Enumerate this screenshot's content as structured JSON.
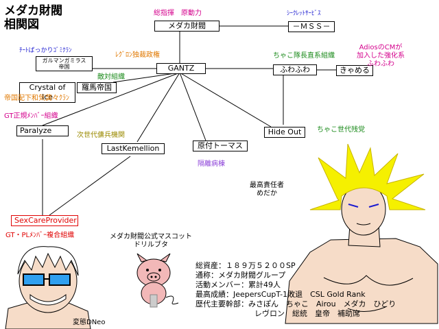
{
  "title": {
    "line1": "メダカ財閥",
    "line2": "相関図"
  },
  "nodes": {
    "medaka": "メダカ財閥",
    "mss": "－ＭＳＳ－",
    "gantz": "GANTZ",
    "galman": "ガルマンガミラス\n帝国",
    "crystal": "Crystal of Ice",
    "roma": "羅馬帝国",
    "fuwafuwa": "ふわふわ",
    "kyameru": "きゃめる",
    "paralyze": "Paralyze",
    "lastkemellion": "LastKemellion",
    "harazuke": "原付トーマス",
    "hideout": "Hide Out",
    "sexcare": "SexCareProvider"
  },
  "labels": {
    "soushiki": "総指揮　原動力",
    "secret": "ｼｰｸﾚｯﾄｻｰﾋﾞｽ",
    "cheat": "ﾁｰﾄばっかりｺﾞﾐｸﾗﾝ",
    "regulon": "ﾚｸﾞﾛﾝ独裁政権",
    "tekitai": "敵対組織",
    "teikoku": "帝国配下和気藹々ｸﾗﾝ",
    "gt_seiki": "GT正規ﾒﾝﾊﾞｰ組織",
    "chako_chokkei": "ちゃこ隊長直系組織",
    "adios": "AdiosのCMが\n加入した強化系\nふわふわ",
    "jisedai": "次世代傭兵機関",
    "chako_sedai": "ちゃこ世代残党",
    "kakuri": "隔離病棟",
    "gt_pl": "GT・PLﾒﾝﾊﾞｰ複合組織",
    "mascot": "メダカ財閥公式マスコット\nドリルブタ",
    "saikou": "最高責任者\nめだか",
    "hentai": "変態DNeo"
  },
  "info": {
    "line1": "総資産：１８９万５２００SP",
    "line2": "通称：メダカ財閥グループ",
    "line3": "活動メンバー：累計49人",
    "line4": "最高成績：JeepersCupT-1敗退　CSL Gold Rank",
    "line5": "歴代主要幹部：みさぽん　ちゃこ　Airou　メダカ　ひどり",
    "line6": "レヴロン　総統　皇帝　補助席"
  },
  "colors": {
    "magenta": "#d4008c",
    "blue": "#1a1ad0",
    "orange": "#e07800",
    "green": "#1a8a1a",
    "olive": "#9a8a00",
    "purple": "#8b40d8",
    "red": "#e00000",
    "hair": "#f5f000",
    "skin": "#f6dcc8",
    "pig": "#f2b8b8",
    "glasses": "#30a0f0"
  }
}
